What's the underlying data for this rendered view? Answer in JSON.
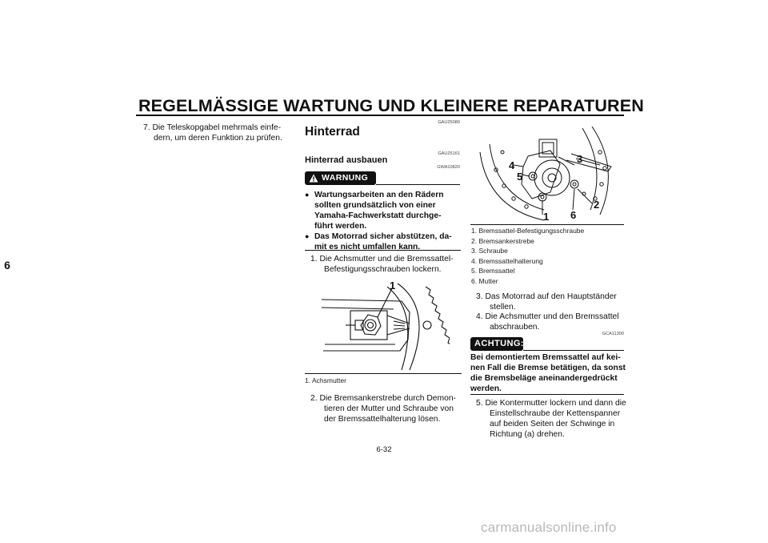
{
  "header": {
    "title": "REGELMÄSSIGE WARTUNG UND KLEINERE REPARATUREN"
  },
  "chapter_tab": "6",
  "left_column": {
    "step7": [
      "7. Die Teleskopgabel mehrmals einfe-",
      "dern, um deren Funktion zu prüfen."
    ]
  },
  "middle_column": {
    "code1": "GAU25080",
    "heading": "Hinterrad",
    "code2": "GAU25161",
    "subheading": "Hinterrad ausbauen",
    "code3": "GWA10820",
    "warning_label": "WARNUNG",
    "warning_items": [
      [
        "Wartungsarbeiten an den Rädern",
        "sollten grundsätzlich von einer",
        "Yamaha-Fachwerkstatt durchge-",
        "führt werden."
      ],
      [
        "Das Motorrad sicher abstützen, da-",
        "mit es nicht umfallen kann."
      ]
    ],
    "step1": [
      "1. Die Achsmutter und die Bremssattel-",
      "Befestigungsschrauben lockern."
    ],
    "figure_label": "1",
    "caption": "1. Achsmutter",
    "step2": [
      "2. Die Bremsankerstrebe durch Demon-",
      "tieren der Mutter und Schraube von",
      "der Bremssattelhalterung lösen."
    ]
  },
  "right_column": {
    "figure_labels": [
      "1",
      "2",
      "3",
      "4",
      "5",
      "6"
    ],
    "legend": [
      "1. Bremssattel-Befestigungsschraube",
      "2. Bremsankerstrebe",
      "3. Schraube",
      "4. Bremssattelhalterung",
      "5. Bremssattel",
      "6. Mutter"
    ],
    "step3": [
      "3. Das Motorrad auf den Hauptständer",
      "stellen."
    ],
    "step4": [
      "4. Die Achsmutter und den Bremssattel",
      "abschrauben."
    ],
    "code4": "GCA11300",
    "notice_label": "ACHTUNG:",
    "notice_text": [
      "Bei demontiertem Bremssattel auf kei-",
      "nen Fall die Bremse betätigen, da sonst",
      "die Bremsbeläge aneinandergedrückt",
      "werden."
    ],
    "step5": [
      "5. Die Kontermutter lockern und dann die",
      "Einstellschraube der Kettenspanner",
      "auf beiden Seiten der Schwinge in",
      "Richtung (a) drehen."
    ]
  },
  "footer": {
    "page_number": "6-32"
  },
  "watermark": "carmanualsonline.info"
}
